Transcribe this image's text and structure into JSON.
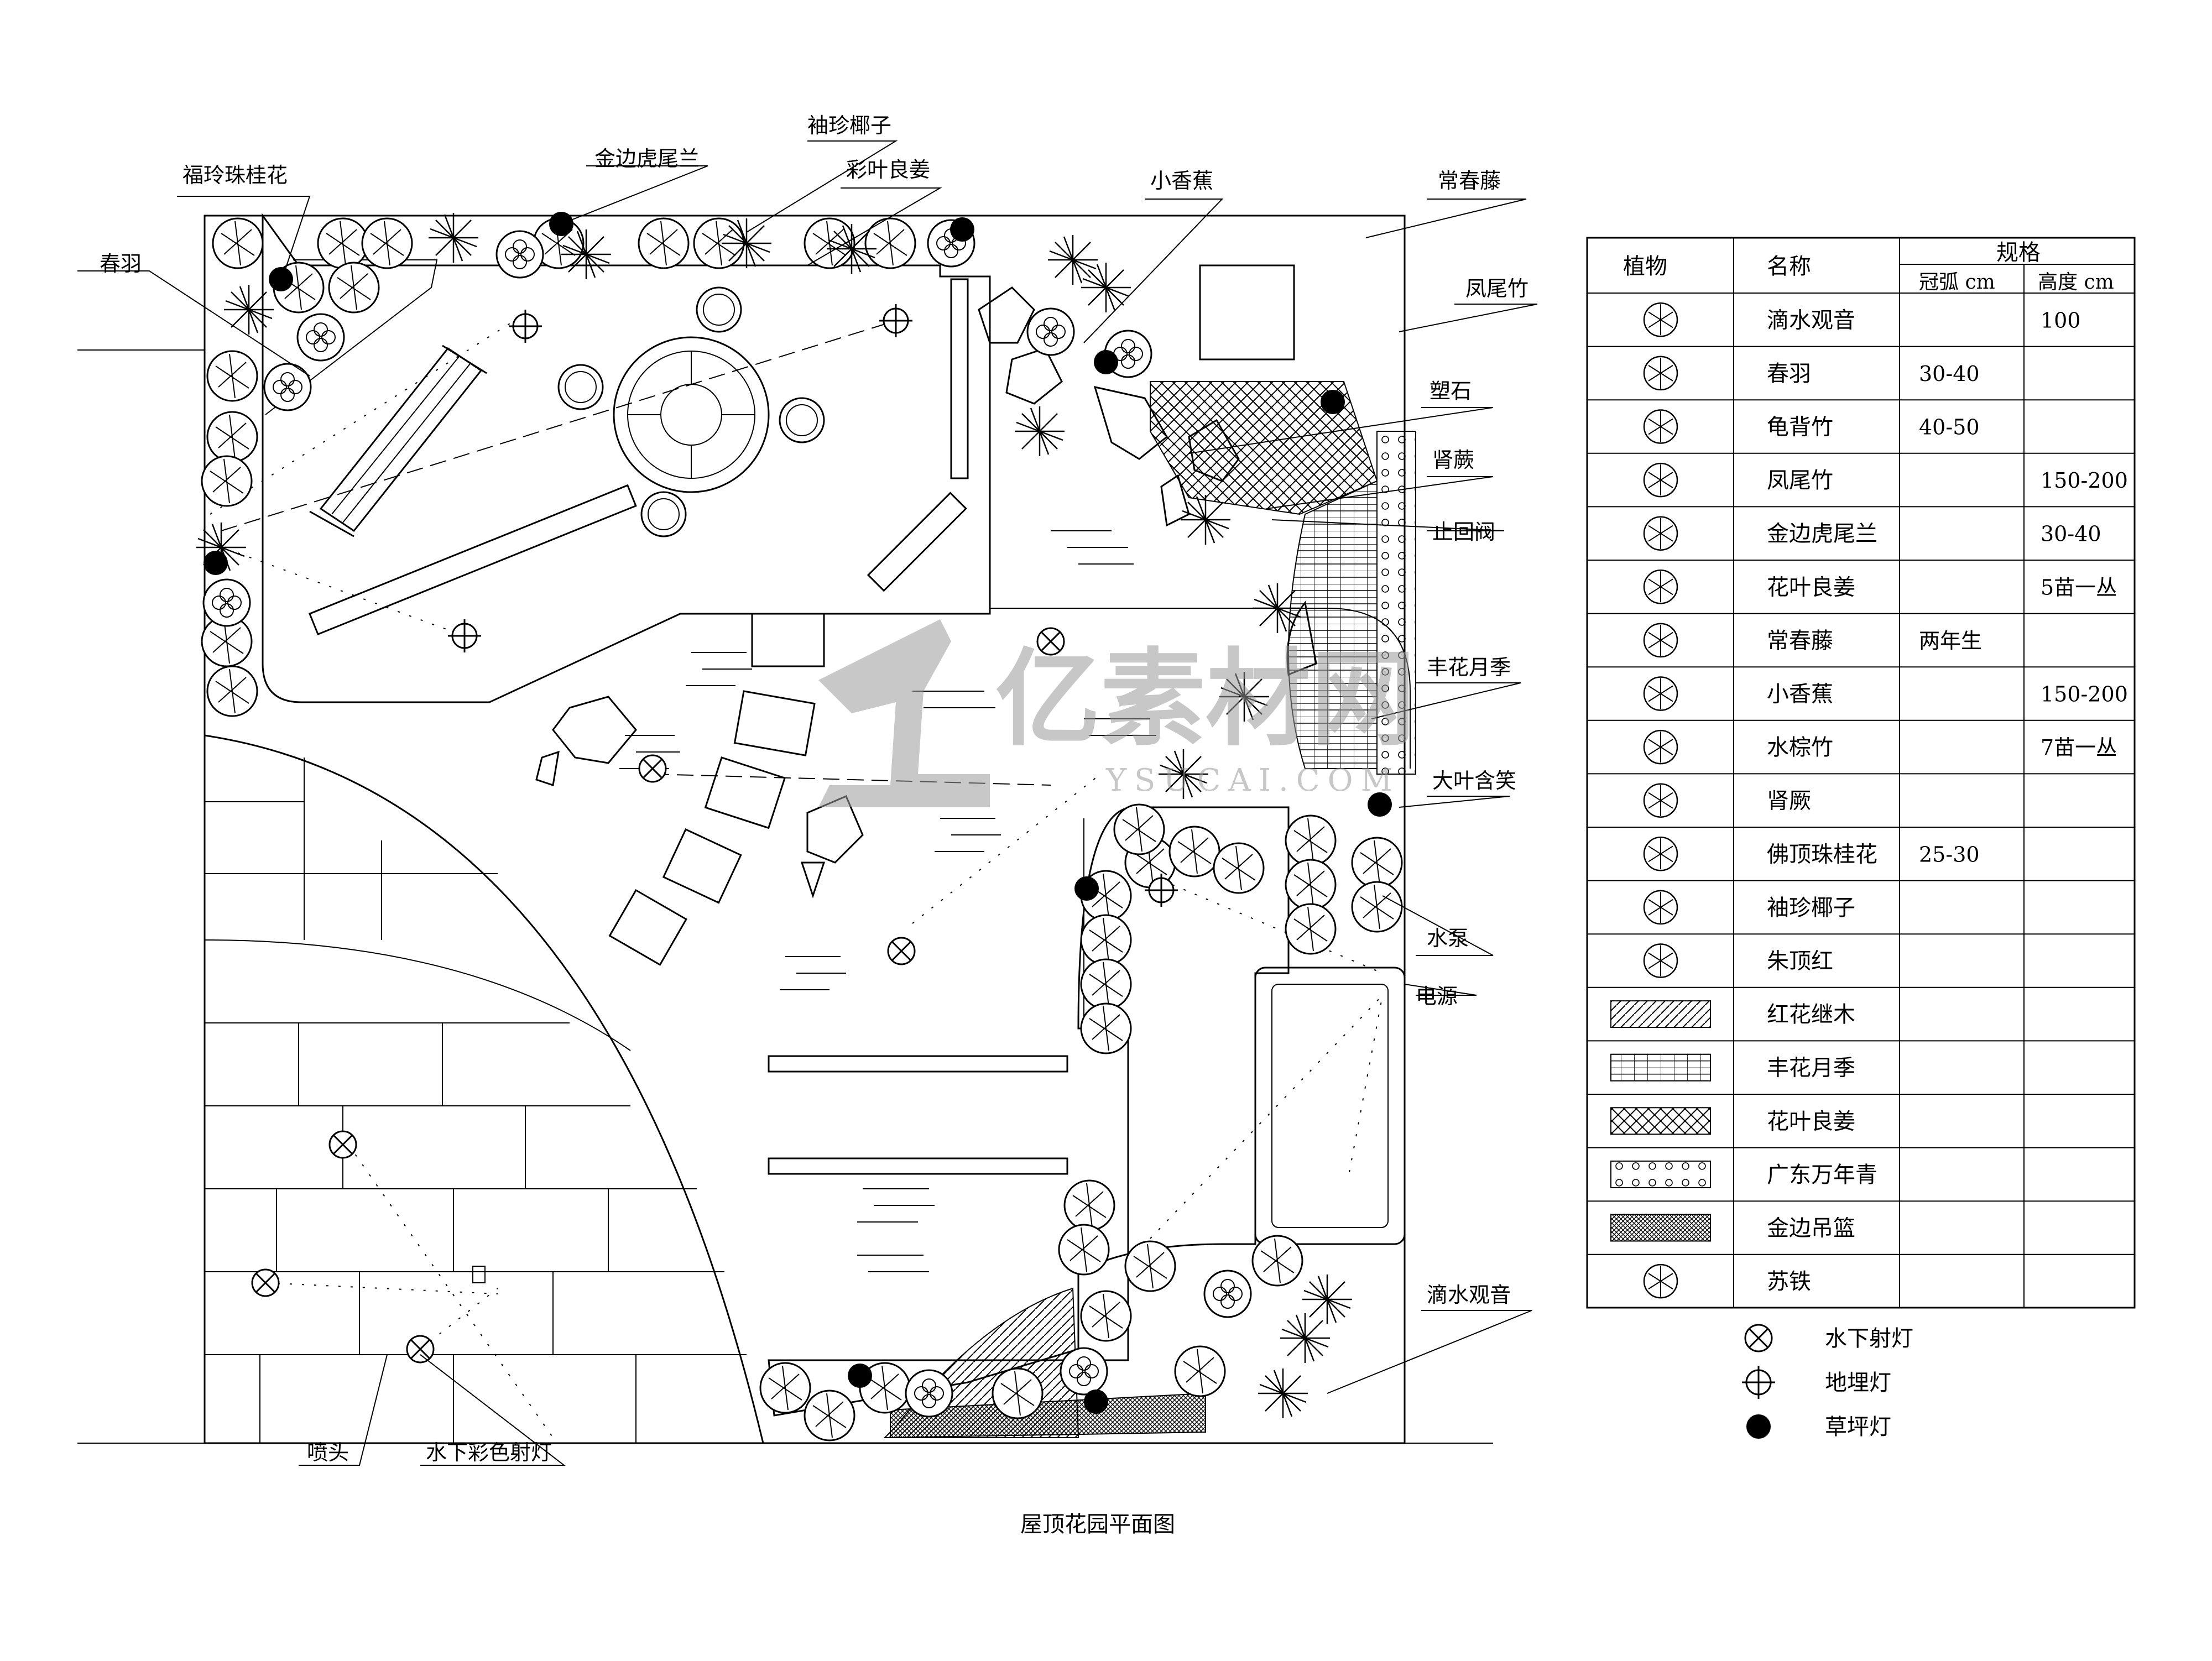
{
  "plan": {
    "title": "屋顶花园平面图",
    "labels": {
      "fulingzhu": "福玲珠桂花",
      "chunyu": "春羽",
      "jinbian": "金边虎尾兰",
      "xiuzhen": "袖珍椰子",
      "caiye": "彩叶良姜",
      "xiaoxiangjiao": "小香蕉",
      "changchunteng": "常春藤",
      "fengweizhu": "凤尾竹",
      "suoshi": "塑石",
      "shenjue": "肾蕨",
      "zhihuifa": "止回阀",
      "fenghua": "丰花月季",
      "dayehanxiao": "大叶含笑",
      "shuibeng": "水泵",
      "dianyuan": "电源",
      "dishui": "滴水观音",
      "pentou": "喷头",
      "shuixia_caise": "水下彩色射灯"
    }
  },
  "legend": {
    "header": {
      "col1": "植物",
      "col2": "名称",
      "spec": "规格",
      "crown": "冠弧 cm",
      "height": "高度 cm"
    },
    "rows": [
      {
        "name": "滴水观音",
        "crown": "",
        "height": "100",
        "icon": "dishui-guanyin-icon"
      },
      {
        "name": "春羽",
        "crown": "30-40",
        "height": "",
        "icon": "chunyu-icon"
      },
      {
        "name": "龟背竹",
        "crown": "40-50",
        "height": "",
        "icon": "guibeizhu-icon"
      },
      {
        "name": "凤尾竹",
        "crown": "",
        "height": "150-200",
        "icon": "fengweizhu-icon"
      },
      {
        "name": "金边虎尾兰",
        "crown": "",
        "height": "30-40",
        "icon": "jinbian-huweilan-icon"
      },
      {
        "name": "花叶良姜",
        "crown": "",
        "height": "5苗一丛",
        "icon": "huaye-liangjiang-icon"
      },
      {
        "name": "常春藤",
        "crown": "两年生",
        "height": "",
        "icon": "changchunteng-icon"
      },
      {
        "name": "小香蕉",
        "crown": "",
        "height": "150-200",
        "icon": "xiaoxiangjiao-icon"
      },
      {
        "name": "水棕竹",
        "crown": "",
        "height": "7苗一丛",
        "icon": "shuizongzhu-icon"
      },
      {
        "name": "肾厥",
        "crown": "",
        "height": "",
        "icon": "shenjue-icon"
      },
      {
        "name": "佛顶珠桂花",
        "crown": "25-30",
        "height": "",
        "icon": "fodingzhu-icon"
      },
      {
        "name": "袖珍椰子",
        "crown": "",
        "height": "",
        "icon": "xiuzhen-yezi-icon"
      },
      {
        "name": "朱顶红",
        "crown": "",
        "height": "",
        "icon": "zhudinghong-icon"
      },
      {
        "name": "红花继木",
        "crown": "",
        "height": "",
        "icon": "honghua-jimu-icon"
      },
      {
        "name": "丰花月季",
        "crown": "",
        "height": "",
        "icon": "fenghua-yueji-icon"
      },
      {
        "name": "花叶良姜",
        "crown": "",
        "height": "",
        "icon": "huaye-liangjiang-hatch-icon"
      },
      {
        "name": "广东万年青",
        "crown": "",
        "height": "",
        "icon": "wannianqing-icon"
      },
      {
        "name": "金边吊篮",
        "crown": "",
        "height": "",
        "icon": "jinbian-diaolan-icon"
      },
      {
        "name": "苏铁",
        "crown": "",
        "height": "",
        "icon": "sutie-icon"
      }
    ],
    "symbols": [
      {
        "label": "水下射灯",
        "icon": "underwater-light-icon"
      },
      {
        "label": "地埋灯",
        "icon": "buried-light-icon"
      },
      {
        "label": "草坪灯",
        "icon": "lawn-light-icon"
      }
    ]
  },
  "watermark": {
    "brand": "亿素材网",
    "url": "YSUCAI.COM"
  }
}
